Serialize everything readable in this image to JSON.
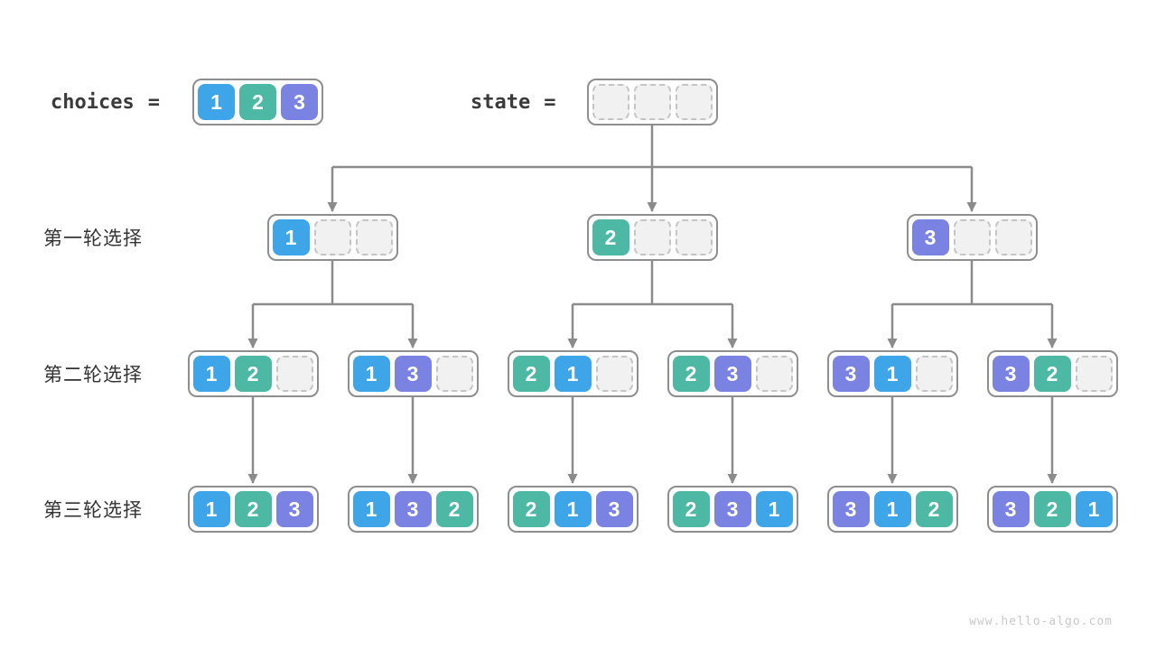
{
  "diagram": {
    "header": {
      "choices_label": "choices",
      "equals": "=",
      "choices_cells": [
        "1",
        "2",
        "3"
      ],
      "state_label": "state",
      "state_cells": [
        "",
        "",
        ""
      ]
    },
    "rounds": [
      {
        "label": "第一轮选择",
        "boxes": [
          [
            "1",
            "",
            ""
          ],
          [
            "2",
            "",
            ""
          ],
          [
            "3",
            "",
            ""
          ]
        ]
      },
      {
        "label": "第二轮选择",
        "boxes": [
          [
            "1",
            "2",
            ""
          ],
          [
            "1",
            "3",
            ""
          ],
          [
            "2",
            "1",
            ""
          ],
          [
            "2",
            "3",
            ""
          ],
          [
            "3",
            "1",
            ""
          ],
          [
            "3",
            "2",
            ""
          ]
        ]
      },
      {
        "label": "第三轮选择",
        "boxes": [
          [
            "1",
            "2",
            "3"
          ],
          [
            "1",
            "3",
            "2"
          ],
          [
            "2",
            "1",
            "3"
          ],
          [
            "2",
            "3",
            "1"
          ],
          [
            "3",
            "1",
            "2"
          ],
          [
            "3",
            "2",
            "1"
          ]
        ]
      }
    ],
    "watermark": "www.hello-algo.com",
    "colors": {
      "1": "#3EA6E8",
      "2": "#4DB9A4",
      "3": "#7B83E2",
      "empty_fill": "#F1F1F2",
      "empty_border": "#C5C5C5",
      "box_border": "#8E8E8E",
      "arrow": "#8B8B8B",
      "cell_text": "#FFFFFF",
      "label_text": "#333333",
      "watermark_text": "#C9C9C9"
    }
  }
}
